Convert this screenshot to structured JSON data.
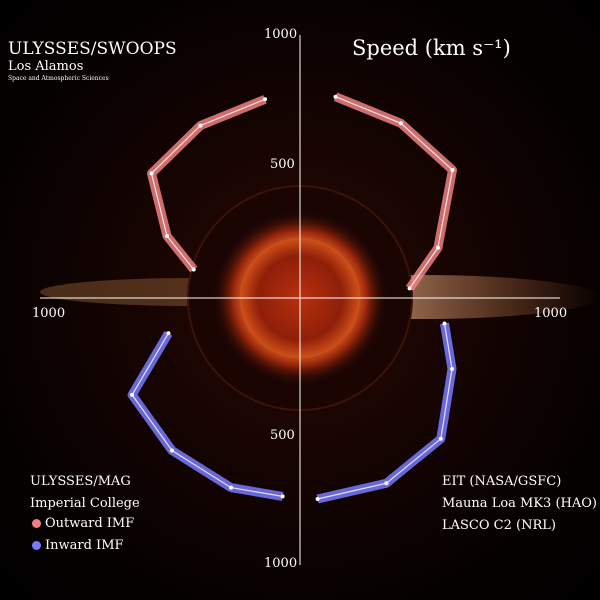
{
  "header": {
    "instrument": "ULYSSES/SWOOPS",
    "institution": "Los Alamos",
    "department": "Space and Atmospheric Sciences",
    "quantity_label": "Speed (km s⁻¹)"
  },
  "credits": {
    "left": [
      "ULYSSES/MAG",
      "Imperial College"
    ],
    "right": [
      "EIT (NASA/GSFC)",
      "Mauna Loa MK3 (HAO)",
      "LASCO C2 (NRL)"
    ]
  },
  "legend": [
    {
      "label": "Outward IMF",
      "color": "#f08080"
    },
    {
      "label": "Inward IMF",
      "color": "#7a7aff"
    }
  ],
  "axis_ticks": {
    "top": "1000",
    "top_mid": "500",
    "bottom_mid": "500",
    "bottom": "1000",
    "left": "1000",
    "right": "1000"
  },
  "chart_data": {
    "type": "polar-line",
    "radial_axis": {
      "range": [
        0,
        1000
      ],
      "ticks": [
        500,
        1000
      ]
    },
    "series": [
      {
        "name": "Outward IMF",
        "color": "#f08080",
        "points": [
          {
            "latitude": 80,
            "side": "left",
            "speed": 770
          },
          {
            "latitude": 60,
            "side": "left",
            "speed": 760
          },
          {
            "latitude": 40,
            "side": "left",
            "speed": 740
          },
          {
            "latitude": 25,
            "side": "left",
            "speed": 560
          },
          {
            "latitude": 15,
            "side": "left",
            "speed": 420
          },
          {
            "latitude": 80,
            "side": "right",
            "speed": 780
          },
          {
            "latitude": 60,
            "side": "right",
            "speed": 770
          },
          {
            "latitude": 40,
            "side": "right",
            "speed": 760
          },
          {
            "latitude": 20,
            "side": "right",
            "speed": 560
          },
          {
            "latitude": 5,
            "side": "right",
            "speed": 420
          }
        ]
      },
      {
        "name": "Inward IMF",
        "color": "#7a7aff",
        "points": [
          {
            "latitude": -15,
            "side": "left",
            "speed": 520
          },
          {
            "latitude": -30,
            "side": "left",
            "speed": 740
          },
          {
            "latitude": -50,
            "side": "left",
            "speed": 760
          },
          {
            "latitude": -70,
            "side": "left",
            "speed": 770
          },
          {
            "latitude": -85,
            "side": "left",
            "speed": 760
          },
          {
            "latitude": -10,
            "side": "right",
            "speed": 560
          },
          {
            "latitude": -25,
            "side": "right",
            "speed": 640
          },
          {
            "latitude": -45,
            "side": "right",
            "speed": 760
          },
          {
            "latitude": -65,
            "side": "right",
            "speed": 780
          },
          {
            "latitude": -85,
            "side": "right",
            "speed": 770
          }
        ]
      }
    ]
  }
}
